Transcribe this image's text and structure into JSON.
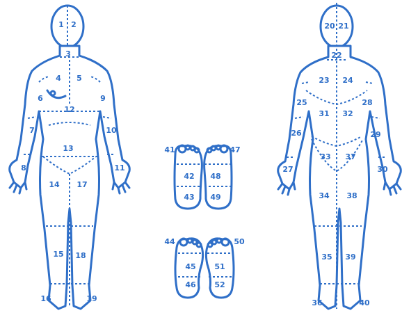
{
  "diagram": {
    "accent_color": "#2f6fc8",
    "regions": [
      {
        "id": "1",
        "view": "front"
      },
      {
        "id": "2",
        "view": "front"
      },
      {
        "id": "3",
        "view": "front"
      },
      {
        "id": "4",
        "view": "front"
      },
      {
        "id": "5",
        "view": "front"
      },
      {
        "id": "6",
        "view": "front"
      },
      {
        "id": "7",
        "view": "front"
      },
      {
        "id": "8",
        "view": "front"
      },
      {
        "id": "9",
        "view": "front"
      },
      {
        "id": "10",
        "view": "front"
      },
      {
        "id": "11",
        "view": "front"
      },
      {
        "id": "12",
        "view": "front"
      },
      {
        "id": "13",
        "view": "front"
      },
      {
        "id": "14",
        "view": "front"
      },
      {
        "id": "15",
        "view": "front"
      },
      {
        "id": "16",
        "view": "front"
      },
      {
        "id": "17",
        "view": "front"
      },
      {
        "id": "18",
        "view": "front"
      },
      {
        "id": "19",
        "view": "front"
      },
      {
        "id": "20",
        "view": "back"
      },
      {
        "id": "21",
        "view": "back"
      },
      {
        "id": "22",
        "view": "back"
      },
      {
        "id": "23",
        "view": "back"
      },
      {
        "id": "24",
        "view": "back"
      },
      {
        "id": "25",
        "view": "back"
      },
      {
        "id": "26",
        "view": "back"
      },
      {
        "id": "27",
        "view": "back"
      },
      {
        "id": "28",
        "view": "back"
      },
      {
        "id": "29",
        "view": "back"
      },
      {
        "id": "30",
        "view": "back"
      },
      {
        "id": "31",
        "view": "back"
      },
      {
        "id": "32",
        "view": "back"
      },
      {
        "id": "33",
        "view": "back"
      },
      {
        "id": "34",
        "view": "back"
      },
      {
        "id": "35",
        "view": "back"
      },
      {
        "id": "36",
        "view": "back"
      },
      {
        "id": "37",
        "view": "back"
      },
      {
        "id": "38",
        "view": "back"
      },
      {
        "id": "39",
        "view": "back"
      },
      {
        "id": "40",
        "view": "back"
      },
      {
        "id": "41",
        "view": "foot-top"
      },
      {
        "id": "42",
        "view": "foot-top"
      },
      {
        "id": "43",
        "view": "foot-top"
      },
      {
        "id": "47",
        "view": "foot-top"
      },
      {
        "id": "48",
        "view": "foot-top"
      },
      {
        "id": "49",
        "view": "foot-top"
      },
      {
        "id": "44",
        "view": "foot-bottom"
      },
      {
        "id": "45",
        "view": "foot-bottom"
      },
      {
        "id": "46",
        "view": "foot-bottom"
      },
      {
        "id": "50",
        "view": "foot-bottom"
      },
      {
        "id": "51",
        "view": "foot-bottom"
      },
      {
        "id": "52",
        "view": "foot-bottom"
      }
    ]
  }
}
